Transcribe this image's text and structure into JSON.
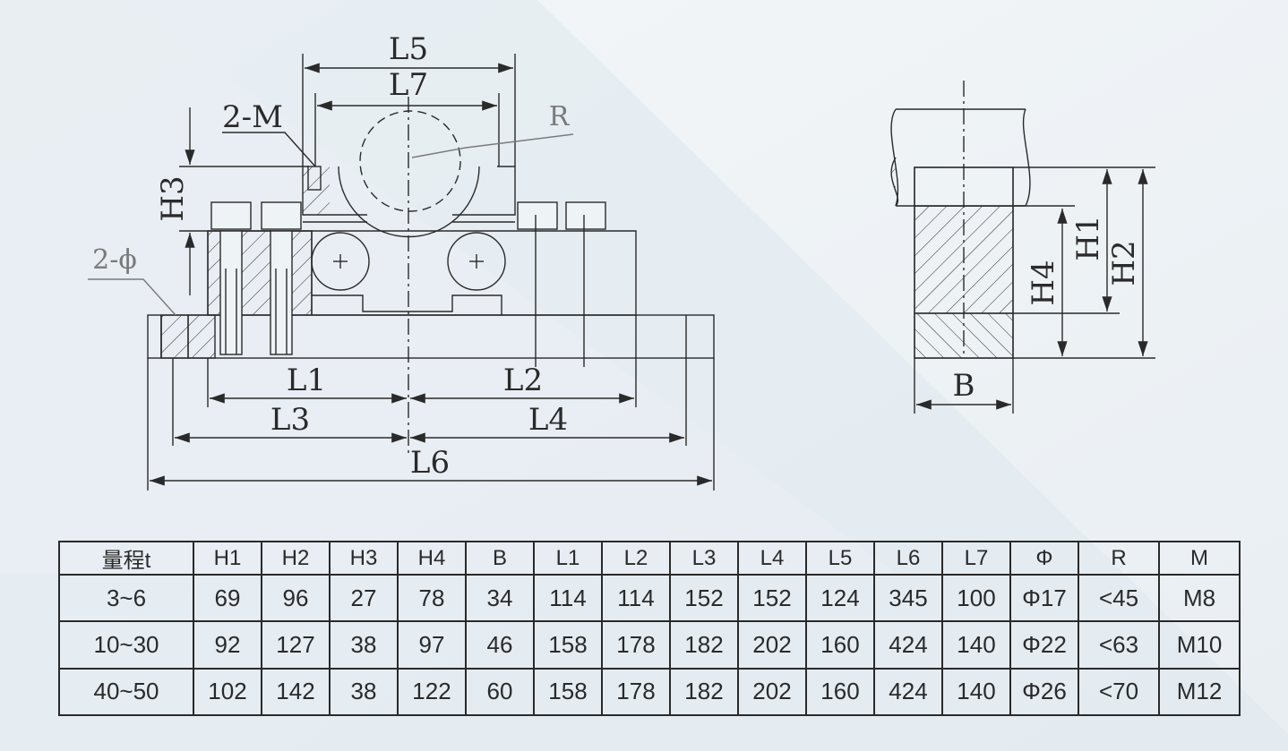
{
  "labels": {
    "L5": "L5",
    "L7": "L7",
    "M2": "2-M",
    "R": "R",
    "H3": "H3",
    "phi2": "2-ϕ",
    "L1": "L1",
    "L2": "L2",
    "L3": "L3",
    "L4": "L4",
    "L6": "L6",
    "H1": "H1",
    "H2": "H2",
    "H4": "H4",
    "B": "B"
  },
  "table": {
    "headers": [
      "量程t",
      "H1",
      "H2",
      "H3",
      "H4",
      "B",
      "L1",
      "L2",
      "L3",
      "L4",
      "L5",
      "L6",
      "L7",
      "Φ",
      "R",
      "M"
    ],
    "rows": [
      [
        "3~6",
        "69",
        "96",
        "27",
        "78",
        "34",
        "114",
        "114",
        "152",
        "152",
        "124",
        "345",
        "100",
        "Φ17",
        "<45",
        "M8"
      ],
      [
        "10~30",
        "92",
        "127",
        "38",
        "97",
        "46",
        "158",
        "178",
        "182",
        "202",
        "160",
        "424",
        "140",
        "Φ22",
        "<63",
        "M10"
      ],
      [
        "40~50",
        "102",
        "142",
        "38",
        "122",
        "60",
        "158",
        "178",
        "182",
        "202",
        "160",
        "424",
        "140",
        "Φ26",
        "<70",
        "M12"
      ]
    ]
  },
  "colors": {
    "line": "#2a2a2a",
    "background": "#eef3f6"
  }
}
